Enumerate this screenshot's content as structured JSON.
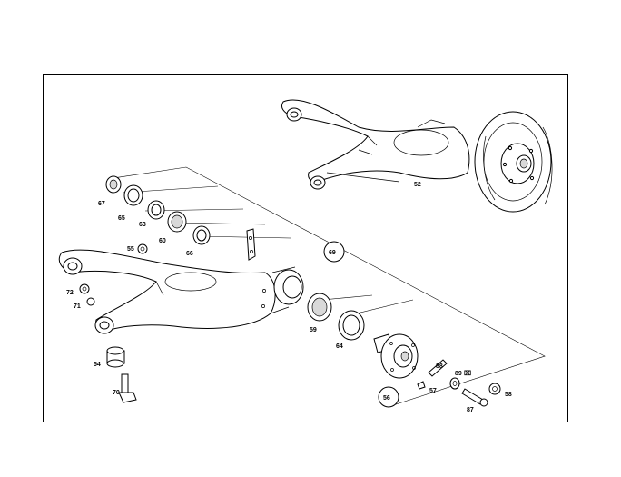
{
  "labels": {
    "p52": "52",
    "p54": "54",
    "p55": "55",
    "p56": "56",
    "p57": "57",
    "p58": "58",
    "p59": "59",
    "p60": "60",
    "p63": "63",
    "p64": "64",
    "p65": "65",
    "p66": "66",
    "p67": "67",
    "p69": "69",
    "p70": "70",
    "p71": "71",
    "p72": "72",
    "p87": "87",
    "p88": "88",
    "p89": "89"
  },
  "markers": {
    "p89_suffix": "⌧"
  }
}
